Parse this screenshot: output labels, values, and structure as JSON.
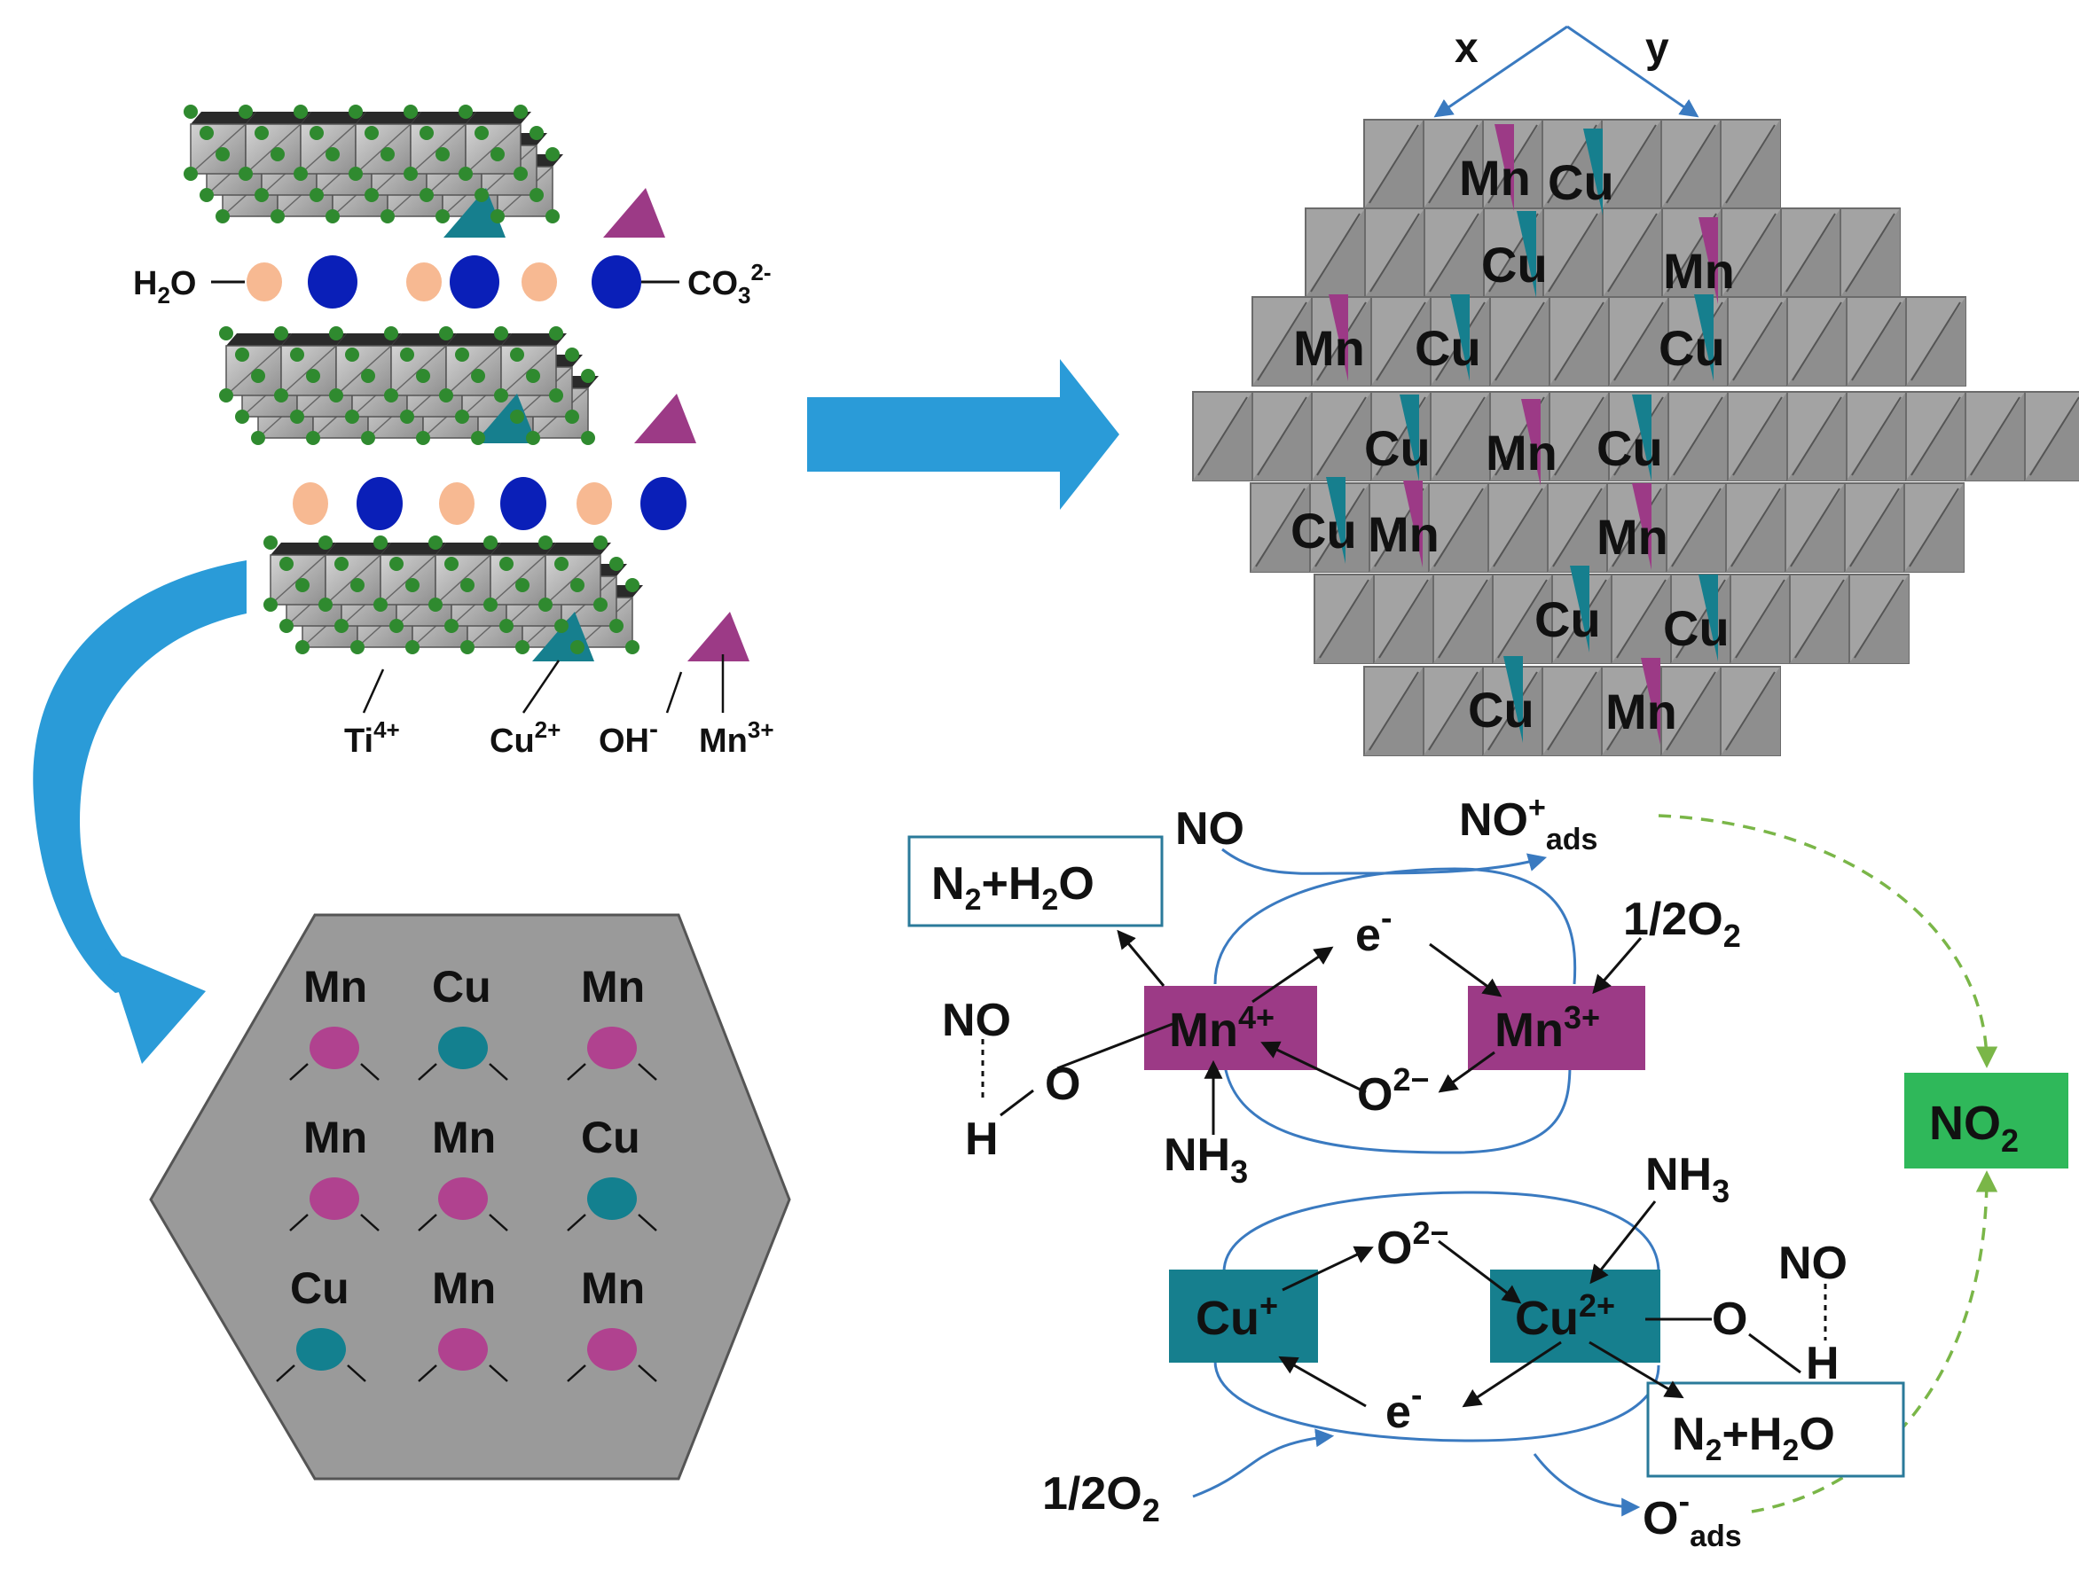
{
  "colors": {
    "arrow_blue": "#2a9bd8",
    "mn_magenta": "#9c3a86",
    "mn_dot": "#b0428f",
    "cu_teal": "#167f8e",
    "cu_dot": "#13808f",
    "no2_green": "#2fb85a",
    "gray_octa": "#a9a9a9",
    "dashed_green": "#7ab648",
    "cycle_blue": "#3a7ac0",
    "water_dot": "#f7b992",
    "carbonate_dot": "#0a1fb8",
    "oh_dot": "#2f8a2f"
  },
  "ldh": {
    "h2o": {
      "main": "H",
      "sub": "2",
      "tail": "O"
    },
    "co3": {
      "main": "CO",
      "sub": "3",
      "sup": "2-"
    },
    "ti": {
      "main": "Ti",
      "sup": "4+"
    },
    "cu": {
      "main": "Cu",
      "sup": "2+"
    },
    "oh": {
      "main": "OH",
      "sup": "-"
    },
    "mn": {
      "main": "Mn",
      "sup": "3+"
    }
  },
  "axes": {
    "x": "x",
    "y": "y"
  },
  "grid_labels": [
    "Mn",
    "Cu",
    "Cu",
    "Mn",
    "Mn",
    "Cu",
    "Cu",
    "Cu",
    "Mn",
    "Cu",
    "Cu",
    "Mn",
    "Cu",
    "Cu",
    "Mn",
    "Cu",
    "Mn"
  ],
  "hex_labels": [
    "Mn",
    "Cu",
    "Mn",
    "Mn",
    "Mn",
    "Cu",
    "Cu",
    "Mn",
    "Mn"
  ],
  "mechanism": {
    "no_top": "NO",
    "no_ads": {
      "main": "NO",
      "sup": "+",
      "sub": "ads"
    },
    "n2h2o_top": {
      "a": "N",
      "sub1": "2",
      "b": "+H",
      "sub2": "2",
      "c": "O"
    },
    "e_top": {
      "main": "e",
      "sup": "-"
    },
    "half_o2_top": {
      "main": "1/2O",
      "sub": "2"
    },
    "mn4": {
      "main": "Mn",
      "sup": "4+"
    },
    "mn3": {
      "main": "Mn",
      "sup": "3+"
    },
    "o2_top": {
      "main": "O",
      "sup": "2−"
    },
    "no_left": "NO",
    "o_left": "O",
    "h_left": "H",
    "nh3_top": {
      "main": "NH",
      "sub": "3"
    },
    "no2": {
      "main": "NO",
      "sub": "2"
    },
    "nh3_right": {
      "main": "NH",
      "sub": "3"
    },
    "o2_bottom": {
      "main": "O",
      "sup": "2−"
    },
    "cu1": {
      "main": "Cu",
      "sup": "+"
    },
    "cu2": {
      "main": "Cu",
      "sup": "2+"
    },
    "o_right": "O",
    "no_right": "NO",
    "h_right": "H",
    "e_bottom": {
      "main": "e",
      "sup": "-"
    },
    "n2h2o_bottom": {
      "a": "N",
      "sub1": "2",
      "b": "+H",
      "sub2": "2",
      "c": "O"
    },
    "half_o2_bottom": {
      "main": "1/2O",
      "sub": "2"
    },
    "o_ads": {
      "main": "O",
      "sup": "-",
      "sub": "ads"
    }
  }
}
